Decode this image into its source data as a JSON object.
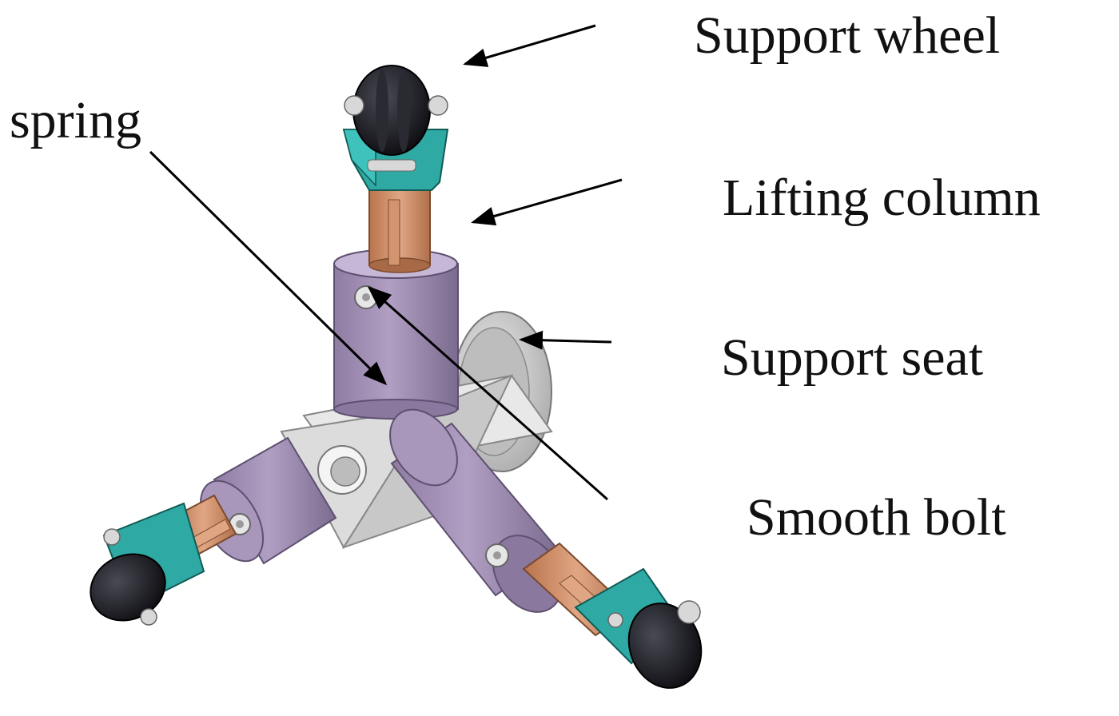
{
  "labels": {
    "support_wheel": "Support wheel",
    "spring": "spring",
    "lifting_column": "Lifting column",
    "support_seat": "Support seat",
    "smooth_bolt": "Smooth bolt"
  },
  "colors": {
    "purple_body": "#9b88ad",
    "purple_light": "#b4a4c6",
    "purple_dark": "#7a6a8e",
    "copper": "#c9875e",
    "copper_light": "#e2a98a",
    "teal_bracket": "#2fa9a3",
    "wheel_black": "#141414",
    "silver": "#d8d8d8",
    "gray_seat": "#c9c9c9",
    "arrow": "#000000"
  }
}
